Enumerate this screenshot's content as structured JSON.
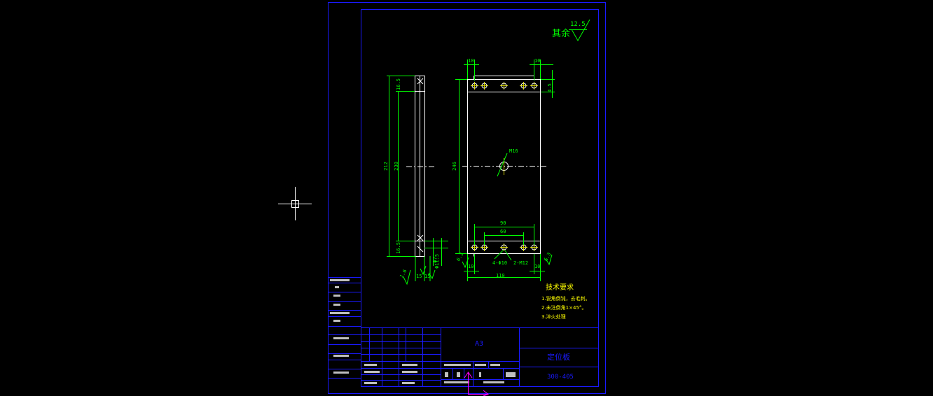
{
  "roughness": {
    "prefix": "其余",
    "value": "12.5"
  },
  "drawing": {
    "dimensions": {
      "top_left": "10",
      "top_right": "10",
      "top_right_side": "4.5",
      "side_top": "16.5",
      "side_bottom": "16.5",
      "side_total": "212",
      "side_inner": "230",
      "front_height": "246",
      "hole": "M16",
      "bottom_90": "90",
      "bottom_60": "60",
      "holes_left": "4-Φ10",
      "holes_right": "2-M12",
      "bottom_left_10": "10",
      "bottom_right_10": "10",
      "bottom_width": "110",
      "roughness_left": "1.6",
      "roughness_mid": "6.3",
      "roughness_right": "6.3",
      "side_dim_a": "Φ11.5",
      "side_dim_b": "Φ7",
      "side_dim_c": "15",
      "side_dim_d": "15"
    }
  },
  "tech": {
    "title": "技术要求",
    "items": [
      "1.锐角倒钝，去毛刺。",
      "2.未注倒角1×45°。",
      "3.淬火处理"
    ]
  },
  "titleblock": {
    "scale_label": "A3",
    "part_name": "定位板",
    "part_number": "300-405"
  },
  "colors": {
    "frame": "#1a1aff",
    "geometry": "#ffffff",
    "dimension": "#00ff00",
    "text_yellow": "#ffff00",
    "cursor": "#ffffff",
    "ucs": "#ff00ff"
  }
}
